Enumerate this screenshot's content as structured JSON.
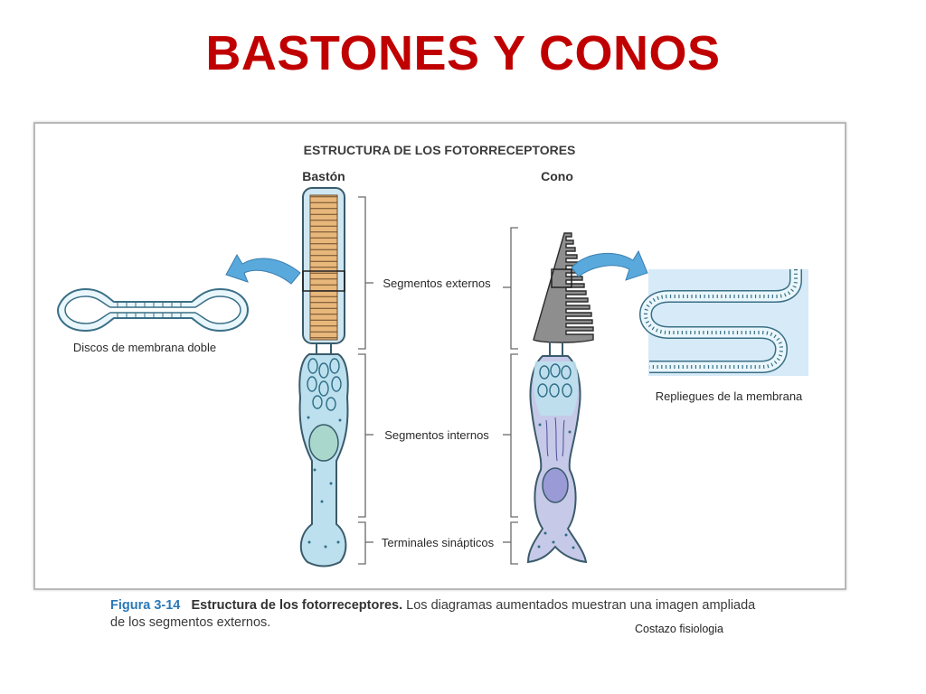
{
  "slide": {
    "title": "BASTONES Y CONOS"
  },
  "figure": {
    "heading": "ESTRUCTURA DE LOS FOTORRECEPTORES",
    "rod_label": "Bastón",
    "cone_label": "Cono",
    "labels": {
      "outer_segments": "Segmentos externos",
      "inner_segments": "Segmentos internos",
      "synaptic_terminals": "Terminales sinápticos",
      "double_membrane_discs": "Discos de membrana doble",
      "membrane_folds": "Repliegues de la membrana"
    }
  },
  "caption": {
    "figure_number": "Figura 3-14",
    "title": "Estructura de los fotorreceptores.",
    "text_line1": "Los diagramas aumentados muestran una imagen ampliada",
    "text_line2": "de los segmentos externos."
  },
  "credit": "Costazo fisiologia",
  "colors": {
    "title_red": "#c00000",
    "rod_outer_fill": "#e8b77a",
    "cell_fill": "#bde0ee",
    "cone_inner_fill": "#c7c9e8",
    "nucleus_rod": "#a9d7cc",
    "nucleus_cone": "#9a9ad6",
    "arrow_blue": "#5aa9dc",
    "caption_blue": "#2b78b8"
  }
}
